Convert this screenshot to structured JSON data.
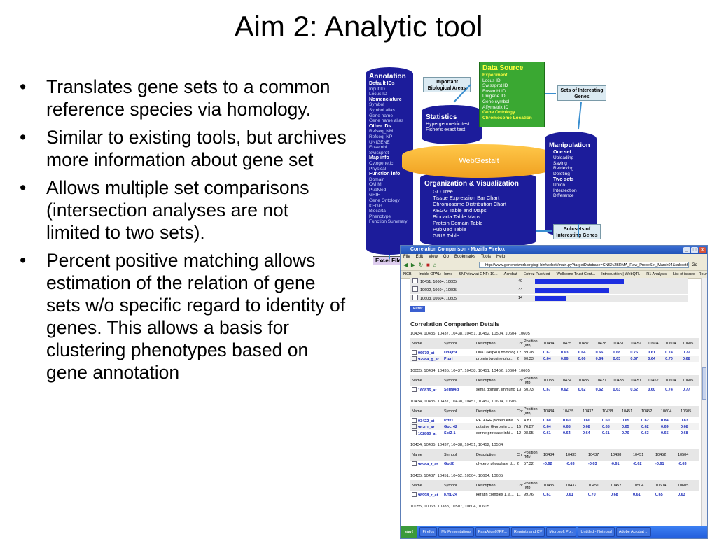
{
  "slide": {
    "title": "Aim 2: Analytic tool",
    "bullets": [
      "Translates gene sets to a common reference species via homology.",
      "Similar to existing tools, but archives more information about gene set",
      "Allows multiple set comparisons (intersection analyses are not limited to two sets).",
      "Percent positive matching allows estimation of the relation of gene sets w/o specific regard to identity of genes. This allows a basis for clustering phenotypes based on gene annotation"
    ]
  },
  "diagram": {
    "annotation": {
      "title": "Annotation",
      "lines": [
        "Default IDs|h",
        "Input ID",
        "Locus ID",
        "Nomenclature|h",
        "Symbol",
        "Symbol alias",
        "Gene name",
        "Gene name alias",
        "Other IDs|h",
        "Refseq_NM",
        "Refseq_NP",
        "UNIGENE",
        "Ensembl",
        "Swissprot",
        "Map info|h",
        "Cytogenetic",
        "Physical",
        "Function info|h",
        "Domain",
        "OMIM",
        "PubMed",
        "GRIF",
        "Gene Ontology",
        "KEGG",
        "Biocarta",
        "Phenotype",
        "Function Summary"
      ]
    },
    "excel": "Excel File",
    "important": "Important Biological Areas",
    "statistics": {
      "title": "Statistics",
      "lines": [
        "Hypergeometric test",
        "Fisher's exact test"
      ]
    },
    "data_source": {
      "title": "Data Source",
      "lines": [
        "Experiment|y",
        "Locus ID",
        "Swissprot ID",
        "Ensembl ID",
        "Unigene ID",
        "Gene symbol",
        "Affymetrix ID",
        "Gene Ontology|y",
        "Chromosome Location|y"
      ]
    },
    "sets": "Sets of Interesting Genes",
    "webgestalt": "WebGestalt",
    "org_vis": {
      "title": "Organization & Visualization",
      "lines": [
        "GO Tree",
        "Tissue Expression Bar Chart",
        "Chromosome Distribution Chart",
        "KEGG Table and Maps",
        "Biocarta Table Maps",
        "Protein Domain Table",
        "PubMed Table",
        "GRIF Table"
      ]
    },
    "manipulation": {
      "title": "Manipulation",
      "lines": [
        "One set|h",
        "Uploading",
        "Saving",
        "Retrieving",
        "Deleting",
        "Two sets|h",
        "Union",
        "Intersection",
        "Difference"
      ]
    },
    "subsets": "Sub-sets of Interesting Genes"
  },
  "browser": {
    "title": "Correlation Comparison - Mozilla Firefox",
    "menu": [
      "File",
      "Edit",
      "View",
      "Go",
      "Bookmarks",
      "Tools",
      "Help"
    ],
    "url": "http://www.genenetwork.org/cgi-bin/webqtl/main.py?targetDatabase=CNS%2BRMA_Raw_ProbeSet_March04&subsetSize=10&list",
    "go_label": "Go",
    "bookmarks": [
      "NCBI",
      "Inside OPAL: Home",
      "SNPview at GNF: 10...",
      "Acrobat",
      "Entrez PubMed",
      "Wellcome Trust Cent...",
      "Introduction | WebQTL",
      "R1 Analysis",
      "List of issues - Roun..."
    ],
    "set_rows": [
      {
        "label": "10451, 10604, 10605",
        "count": "40",
        "fraction": 0.6
      },
      {
        "label": "10602, 10604, 10605",
        "count": "33",
        "fraction": 0.5
      },
      {
        "label": "10603, 10604, 10605",
        "count": "14",
        "fraction": 0.21
      }
    ],
    "filter_label": "Filter",
    "heading": "Correlation Comparison Details",
    "col_labels": {
      "name": "Name",
      "symbol": "Symbol",
      "desc": "Description",
      "chr": "Chr",
      "pos": "Position (Mb)"
    },
    "groups": [
      {
        "header": "10434, 10435, 10437, 10438, 10451, 10452, 10504, 10604, 10605",
        "strains": [
          "10434",
          "10435",
          "10437",
          "10438",
          "10451",
          "10452",
          "10504",
          "10604",
          "10605"
        ],
        "rows": [
          {
            "name": "96679_at",
            "symbol": "Dnajb9",
            "desc": "DnaJ (Hsp40) homolog,",
            "chr": "12",
            "pos": "39.28",
            "vals": [
              "0.67",
              "0.63",
              "0.64",
              "0.66",
              "0.68",
              "0.76",
              "0.61",
              "0.74",
              "0.72"
            ]
          },
          {
            "name": "92984_g_at",
            "symbol": "Ptprj",
            "desc": "protein tyrosine pho...",
            "chr": "2",
            "pos": "90.33",
            "vals": [
              "0.64",
              "0.66",
              "0.66",
              "0.64",
              "0.63",
              "0.67",
              "0.64",
              "0.70",
              "0.68"
            ]
          }
        ]
      },
      {
        "header": "10055, 10434, 10435, 10437, 10438, 10451, 10452, 10604, 10605",
        "strains": [
          "10055",
          "10434",
          "10435",
          "10437",
          "10438",
          "10451",
          "10452",
          "10604",
          "10605"
        ],
        "rows": [
          {
            "name": "160836_at",
            "symbol": "Sema4d",
            "desc": "sema domain, immunog...",
            "chr": "13",
            "pos": "50.73",
            "vals": [
              "0.67",
              "0.62",
              "0.62",
              "0.62",
              "0.63",
              "0.62",
              "0.60",
              "0.74",
              "0.77"
            ]
          }
        ]
      },
      {
        "header": "10434, 10435, 10437, 10438, 10451, 10452, 10604, 10605",
        "strains": [
          "10434",
          "10435",
          "10437",
          "10438",
          "10451",
          "10452",
          "10604",
          "10605"
        ],
        "rows": [
          {
            "name": "93422_at",
            "symbol": "Pftk1",
            "desc": "PFTAIRE protein kina...",
            "chr": "5",
            "pos": "4.81",
            "vals": [
              "0.60",
              "0.60",
              "0.60",
              "0.60",
              "0.65",
              "0.62",
              "0.84",
              "0.83"
            ]
          },
          {
            "name": "96201_at",
            "symbol": "Gpcr42",
            "desc": "putative G-protein c...",
            "chr": "15",
            "pos": "76.87",
            "vals": [
              "0.64",
              "0.68",
              "0.68",
              "0.65",
              "0.65",
              "0.62",
              "0.69",
              "0.68"
            ]
          },
          {
            "name": "102860_at",
            "symbol": "Spi2-1",
            "desc": "serine protease inhi...",
            "chr": "12",
            "pos": "98.95",
            "vals": [
              "0.61",
              "0.64",
              "0.64",
              "0.61",
              "0.70",
              "0.63",
              "0.65",
              "0.68"
            ]
          }
        ]
      },
      {
        "header": "10434, 10435, 10437, 10438, 10451, 10452, 10504",
        "strains": [
          "10434",
          "10435",
          "10437",
          "10438",
          "10451",
          "10452",
          "10504"
        ],
        "rows": [
          {
            "name": "98984_f_at",
            "symbol": "Gpd2",
            "desc": "glycerol phosphate d...",
            "chr": "2",
            "pos": "57.32",
            "vals": [
              "-0.62",
              "-0.63",
              "-0.63",
              "-0.61",
              "-0.62",
              "-0.61",
              "-0.63"
            ]
          }
        ]
      },
      {
        "header": "10435, 10437, 10451, 10452, 10504, 10604, 10605",
        "strains": [
          "10435",
          "10437",
          "10451",
          "10452",
          "10504",
          "10604",
          "10605"
        ],
        "rows": [
          {
            "name": "98998_r_at",
            "symbol": "Krt1-24",
            "desc": "keratin complex 1, a...",
            "chr": "11",
            "pos": "99.76",
            "vals": [
              "0.61",
              "0.61",
              "0.70",
              "0.68",
              "0.61",
              "0.65",
              "0.63"
            ]
          }
        ]
      }
    ],
    "footer_group": "10055, 10063, 10388, 10507, 10604, 10605",
    "taskbar": {
      "start": "start",
      "items": [
        "Firefox",
        "My Presentations",
        "ParaAlign07PP...",
        "Reprints and CV",
        "Microsoft Po...",
        "Untitled - Notepad",
        "Adobe Acrobat ..."
      ]
    }
  }
}
